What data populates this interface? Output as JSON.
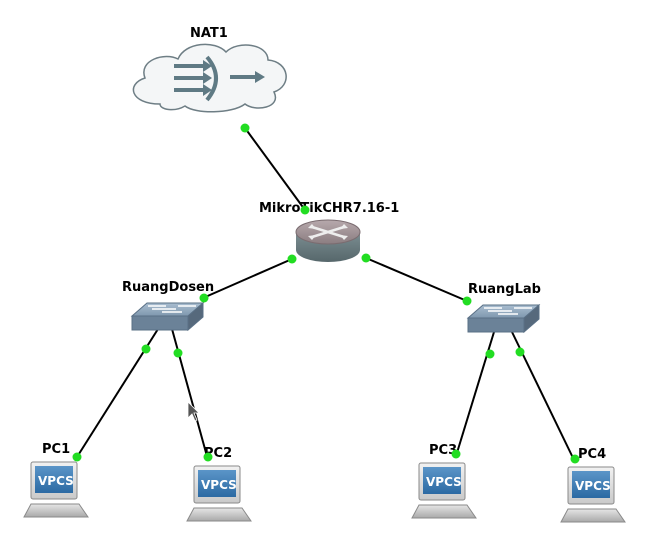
{
  "topology": {
    "nodes": {
      "nat": {
        "label": "NAT1",
        "icon": "nat-cloud-icon"
      },
      "router": {
        "label": "MikroTikCHR7.16-1",
        "icon": "router-icon"
      },
      "switch_left": {
        "label": "RuangDosen",
        "icon": "switch-icon"
      },
      "switch_right": {
        "label": "RuangLab",
        "icon": "switch-icon"
      },
      "pc1": {
        "label": "PC1",
        "screen_text": "VPCS",
        "icon": "vpcs-computer-icon"
      },
      "pc2": {
        "label": "PC2",
        "screen_text": "VPCS",
        "icon": "vpcs-computer-icon"
      },
      "pc3": {
        "label": "PC3",
        "screen_text": "VPCS",
        "icon": "vpcs-computer-icon"
      },
      "pc4": {
        "label": "PC4",
        "screen_text": "VPCS",
        "icon": "vpcs-computer-icon"
      }
    },
    "links": [
      {
        "from": "nat",
        "to": "router",
        "status": "up"
      },
      {
        "from": "router",
        "to": "switch_left",
        "status": "up"
      },
      {
        "from": "router",
        "to": "switch_right",
        "status": "up"
      },
      {
        "from": "switch_left",
        "to": "pc1",
        "status": "up"
      },
      {
        "from": "switch_left",
        "to": "pc2",
        "status": "up"
      },
      {
        "from": "switch_right",
        "to": "pc3",
        "status": "up"
      },
      {
        "from": "switch_right",
        "to": "pc4",
        "status": "up"
      }
    ]
  },
  "colors": {
    "link": "#000000",
    "link_up_indicator": "#22dd22",
    "cloud_fill": "#f4f6f7",
    "cloud_stroke": "#6e7e85",
    "arrow": "#5f7a84",
    "router_top": "#9e8f93",
    "router_body": "#6f8286",
    "switch_top": "#8aa2b8",
    "switch_side": "#6b8298",
    "monitor_screen": "#3d7ab3"
  }
}
